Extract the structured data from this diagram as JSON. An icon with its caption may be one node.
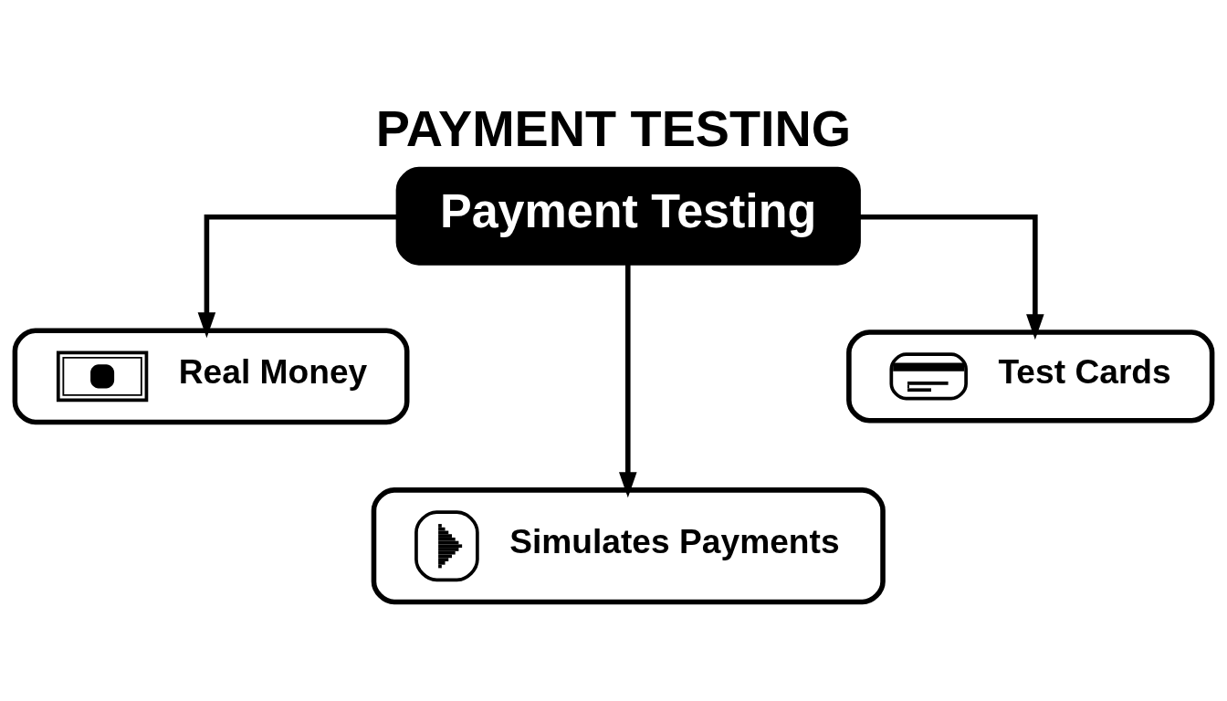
{
  "diagram": {
    "title": "PAYMENT TESTING",
    "nodes": [
      {
        "text": [
          "Payment Testing"
        ]
      },
      {
        "text": [
          "Real Money"
        ]
      },
      {
        "text": [
          "Test Cards"
        ]
      },
      {
        "text": [
          "Simulates Payments"
        ]
      }
    ],
    "edges": [
      {
        "from": 0,
        "to": 1,
        "arrow": "to"
      },
      {
        "from": 0,
        "to": 3,
        "arrow": "to"
      },
      {
        "from": 0,
        "to": 2,
        "arrow": "to"
      }
    ]
  }
}
